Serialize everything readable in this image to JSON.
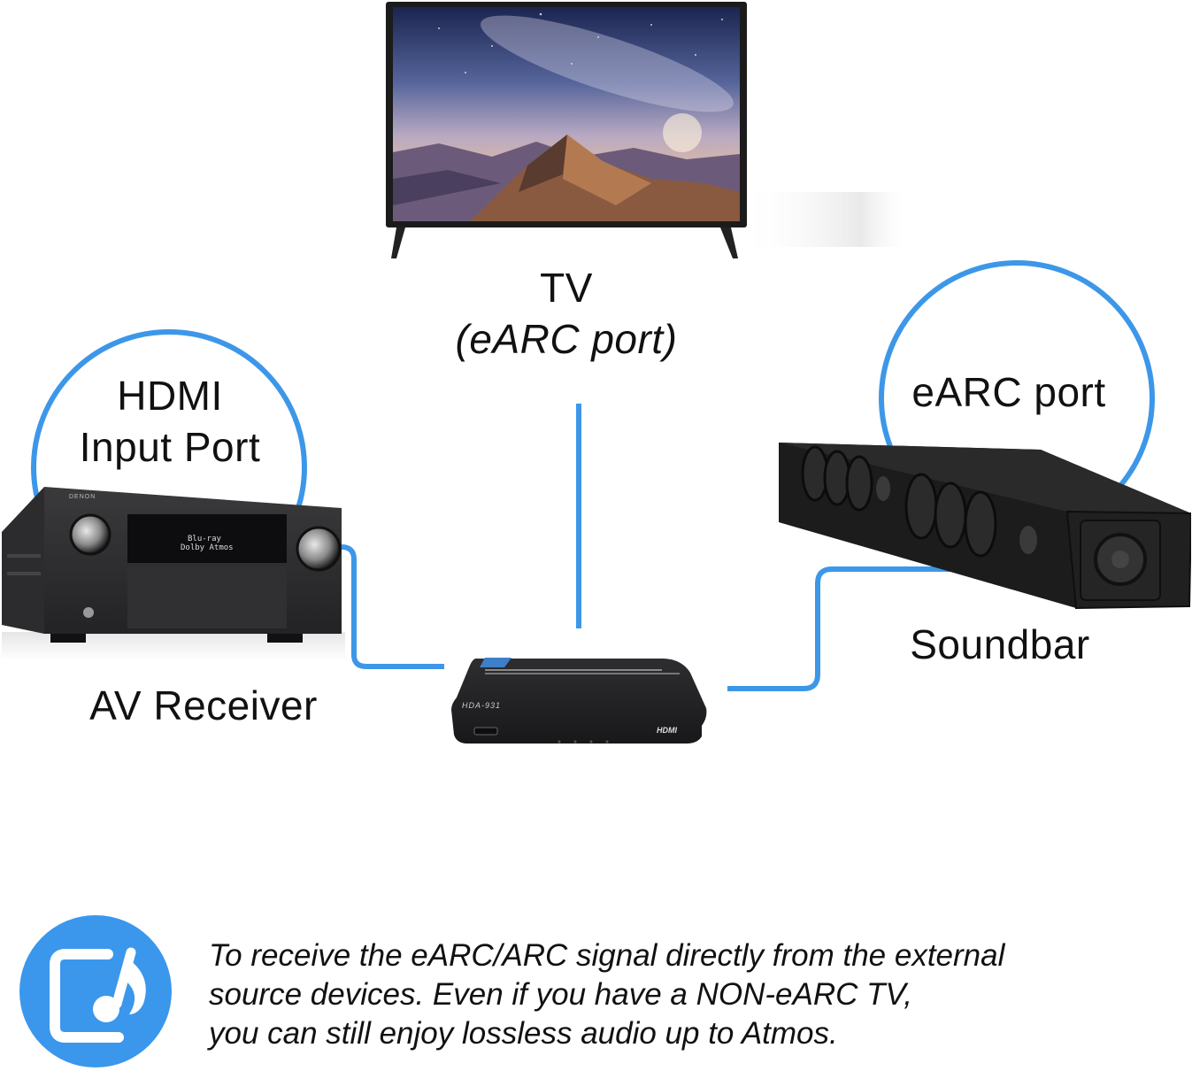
{
  "diagram": {
    "accent_color": "#3d97e8",
    "nodes": {
      "tv": {
        "title": "TV",
        "subtitle": "(eARC port)",
        "icon": "tv-icon"
      },
      "av_receiver": {
        "callout": [
          "HDMI",
          "Input Port"
        ],
        "label": "AV Receiver",
        "brand": "DENON",
        "display_lines": [
          "Blu-ray",
          "Dolby Atmos"
        ],
        "icon": "av-receiver-icon"
      },
      "soundbar": {
        "callout": "eARC port",
        "label": "Soundbar",
        "icon": "soundbar-icon"
      },
      "extractor": {
        "model": "HDA-931",
        "port_label": "HDMI",
        "icon": "audio-extractor-icon"
      }
    },
    "connections": [
      {
        "from": "tv",
        "to": "extractor"
      },
      {
        "from": "av_receiver",
        "to": "extractor"
      },
      {
        "from": "soundbar",
        "to": "extractor"
      }
    ]
  },
  "footer": {
    "icon": "music-note-screen-icon",
    "caption_lines": [
      "To receive the eARC/ARC signal directly from the external",
      "source devices. Even if you have a NON-eARC TV,",
      "you can still enjoy lossless audio up to Atmos."
    ]
  }
}
